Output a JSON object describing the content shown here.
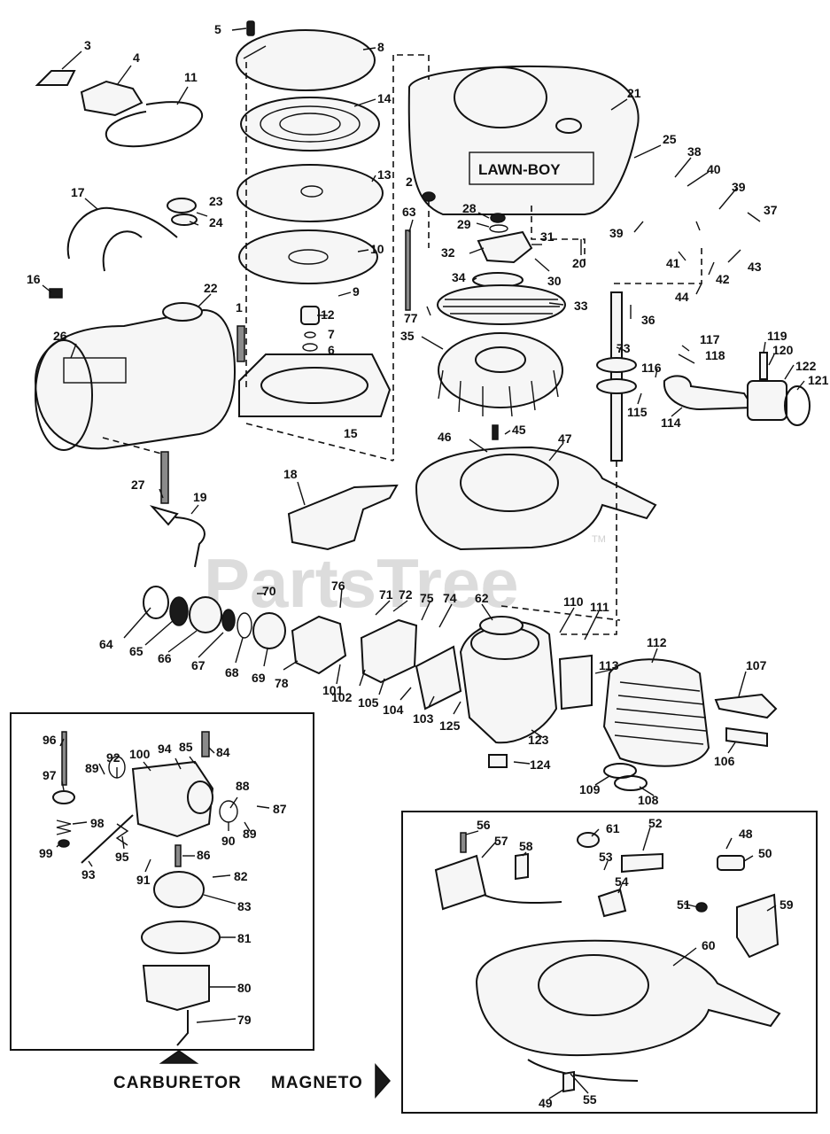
{
  "watermark": {
    "text": "PartsTree",
    "tm": "TM"
  },
  "brand": {
    "text": "LAWN-BOY"
  },
  "sections": {
    "carburetor": "CARBURETOR",
    "magneto": "MAGNETO"
  },
  "callouts": {
    "c1": "1",
    "c2": "2",
    "c3": "3",
    "c4": "4",
    "c5": "5",
    "c6": "6",
    "c7": "7",
    "c8": "8",
    "c9": "9",
    "c10": "10",
    "c11": "11",
    "c12": "12",
    "c13": "13",
    "c14": "14",
    "c15": "15",
    "c16": "16",
    "c17": "17",
    "c18": "18",
    "c19": "19",
    "c20": "20",
    "c21": "21",
    "c22": "22",
    "c23": "23",
    "c24": "24",
    "c25": "25",
    "c26": "26",
    "c27": "27",
    "c28": "28",
    "c29": "29",
    "c30": "30",
    "c31": "31",
    "c32": "32",
    "c33": "33",
    "c34": "34",
    "c35": "35",
    "c36": "36",
    "c37": "37",
    "c38": "38",
    "c39a": "39",
    "c39b": "39",
    "c40": "40",
    "c41": "41",
    "c42": "42",
    "c43": "43",
    "c44": "44",
    "c45": "45",
    "c46": "46",
    "c47": "47",
    "c48": "48",
    "c49": "49",
    "c50": "50",
    "c51": "51",
    "c52": "52",
    "c53": "53",
    "c54": "54",
    "c55": "55",
    "c56": "56",
    "c57": "57",
    "c58": "58",
    "c59": "59",
    "c60": "60",
    "c61": "61",
    "c62": "62",
    "c63": "63",
    "c64": "64",
    "c65": "65",
    "c66": "66",
    "c67": "67",
    "c68": "68",
    "c69": "69",
    "c70": "70",
    "c71": "71",
    "c72": "72",
    "c73": "73",
    "c74": "74",
    "c75": "75",
    "c76": "76",
    "c77": "77",
    "c78": "78",
    "c79": "79",
    "c80": "80",
    "c81": "81",
    "c82": "82",
    "c83": "83",
    "c84": "84",
    "c85": "85",
    "c86": "86",
    "c87": "87",
    "c88": "88",
    "c89a": "89",
    "c89b": "89",
    "c90": "90",
    "c91": "91",
    "c92": "92",
    "c93": "93",
    "c94": "94",
    "c95": "95",
    "c96": "96",
    "c97": "97",
    "c98": "98",
    "c99": "99",
    "c100": "100",
    "c101": "101",
    "c102": "102",
    "c103": "103",
    "c104": "104",
    "c105": "105",
    "c106": "106",
    "c107": "107",
    "c108": "108",
    "c109": "109",
    "c110": "110",
    "c111": "111",
    "c112": "112",
    "c113": "113",
    "c114": "114",
    "c115": "115",
    "c116": "116",
    "c117": "117",
    "c118": "118",
    "c119": "119",
    "c120": "120",
    "c121": "121",
    "c122": "122",
    "c123": "123",
    "c124": "124",
    "c125": "125"
  }
}
